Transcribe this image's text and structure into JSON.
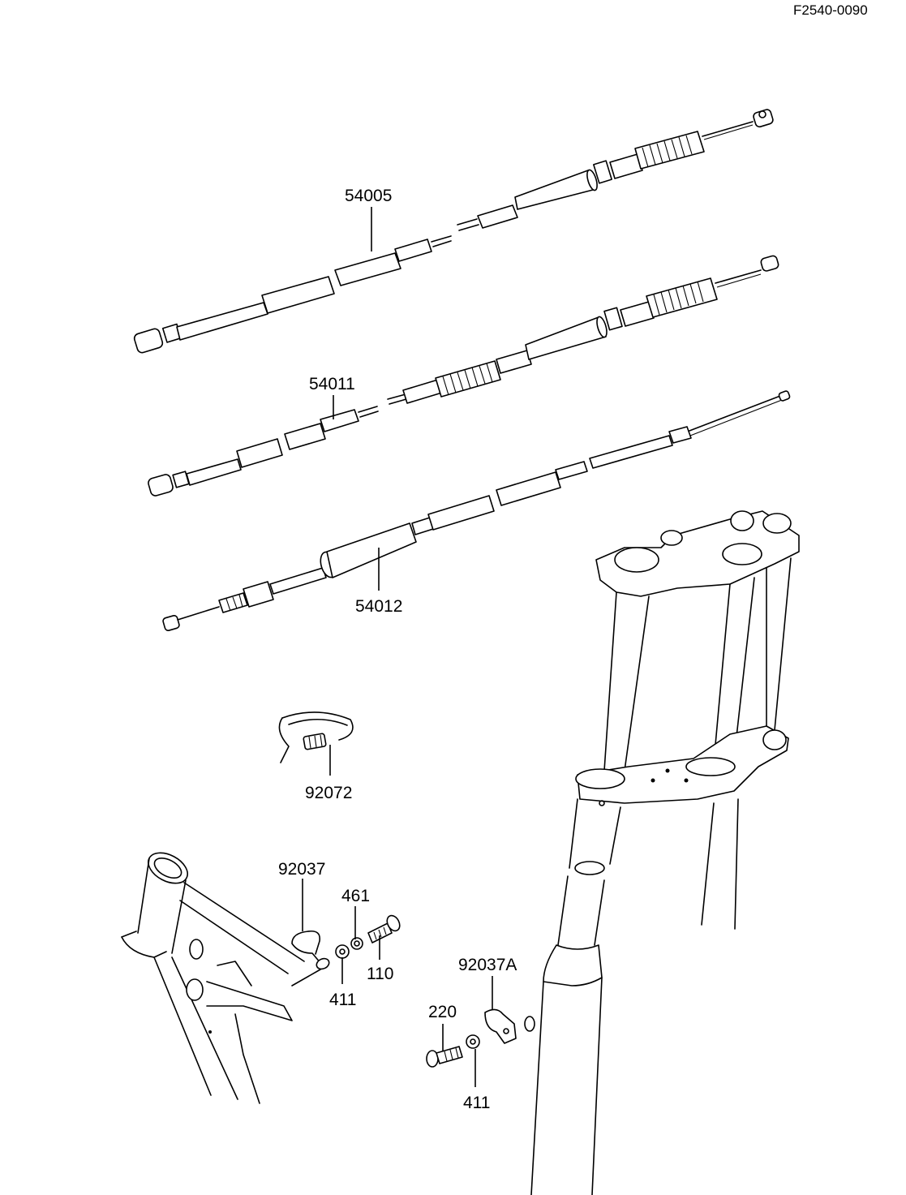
{
  "diagram": {
    "code": "F2540-0090",
    "parts": {
      "p54005": "54005",
      "p54011": "54011",
      "p54012": "54012",
      "p92072": "92072",
      "p92037": "92037",
      "p461": "461",
      "p110": "110",
      "p411a": "411",
      "p92037A": "92037A",
      "p220": "220",
      "p411b": "411"
    }
  }
}
